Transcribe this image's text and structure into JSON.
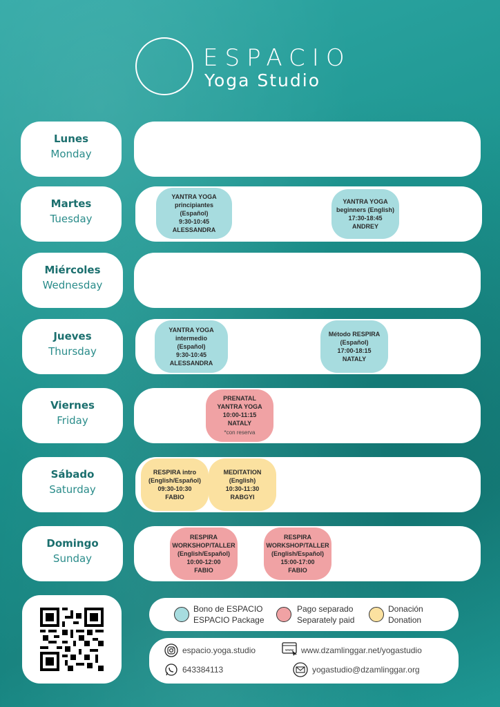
{
  "header": {
    "title": "ESPACIO",
    "subtitle": "Yoga Studio"
  },
  "days": [
    {
      "es": "Lunes",
      "en": "Monday"
    },
    {
      "es": "Martes",
      "en": "Tuesday"
    },
    {
      "es": "Miércoles",
      "en": "Wednesday"
    },
    {
      "es": "Jueves",
      "en": "Thursday"
    },
    {
      "es": "Viernes",
      "en": "Friday"
    },
    {
      "es": "Sábado",
      "en": "Saturday"
    },
    {
      "es": "Domingo",
      "en": "Sunday"
    }
  ],
  "classes": {
    "tue_1": {
      "l1": "YANTRA YOGA",
      "l2": "principiantes",
      "l3": "(Español)",
      "l4": "9:30-10:45",
      "l5": "ALESSANDRA"
    },
    "tue_2": {
      "l1": "YANTRA YOGA",
      "l2": "beginners (English)",
      "l3": "17:30-18:45",
      "l4": "ANDREY"
    },
    "thu_1": {
      "l1": "YANTRA YOGA",
      "l2": "intermedio",
      "l3": "(Español)",
      "l4": "9:30-10:45",
      "l5": "ALESSANDRA"
    },
    "thu_2": {
      "l1": "Método RESPIRA",
      "l2": "(Español)",
      "l3": "17:00-18:15",
      "l4": "NATALY"
    },
    "fri_1": {
      "l1": "PRENATAL",
      "l2": "YANTRA YOGA",
      "l3": "10:00-11:15",
      "l4": "NATALY",
      "note": "*con reserva"
    },
    "sat_1": {
      "l1": "RESPIRA intro",
      "l2": "(English/Español)",
      "l3": "09:30-10:30",
      "l4": "FABIO"
    },
    "sat_2": {
      "l1": "MEDITATION",
      "l2": "(English)",
      "l3": "10:30-11:30",
      "l4": "RABGYI"
    },
    "sun_1": {
      "l1": "RESPIRA",
      "l2": "WORKSHOP/TALLER",
      "l3": "(English/Español)",
      "l4": "10:00-12:00",
      "l5": "FABIO"
    },
    "sun_2": {
      "l1": "RESPIRA",
      "l2": "WORKSHOP/TALLER",
      "l3": "(English/Español)",
      "l4": "15:00-17:00",
      "l5": "FABIO"
    }
  },
  "legend": {
    "package_es": "Bono de ESPACIO",
    "package_en": "ESPACIO Package",
    "paid_es": "Pago separado",
    "paid_en": "Separately paid",
    "donation_es": "Donación",
    "donation_en": "Donation"
  },
  "contact": {
    "instagram": "espacio.yoga.studio",
    "website": "www.dzamlinggar.net/yogastudio",
    "phone": "643384113",
    "email": "yogastudio@dzamlinggar.org",
    "www_label": "www"
  },
  "colors": {
    "package": "#a7dcdf",
    "paid": "#f0a2a4",
    "donation": "#fbe1a0",
    "background": "#1d9590"
  }
}
